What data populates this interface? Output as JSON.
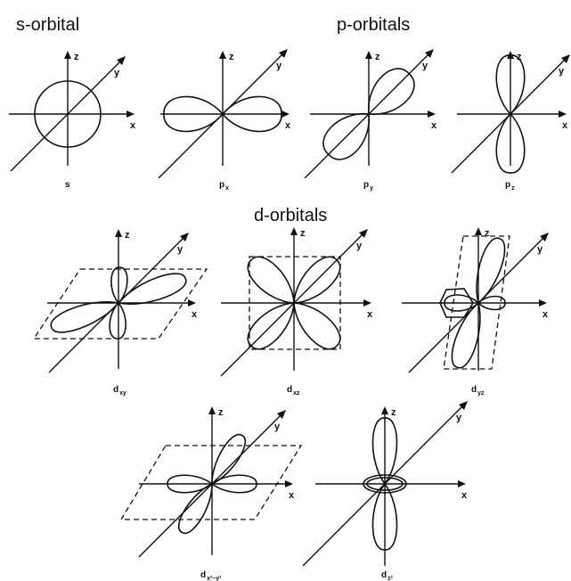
{
  "headings": {
    "s_orbital": "s-orbital",
    "p_orbitals": "p-orbitals",
    "d_orbitals": "d-orbitals"
  },
  "axis_letters": {
    "x": "x",
    "y": "y",
    "z": "z"
  },
  "panels": [
    {
      "id": "s",
      "caption": "s",
      "sub": ""
    },
    {
      "id": "px",
      "caption": "p",
      "sub": "x"
    },
    {
      "id": "py",
      "caption": "p",
      "sub": "y"
    },
    {
      "id": "pz",
      "caption": "p",
      "sub": "z"
    },
    {
      "id": "dxy",
      "caption": "d",
      "sub": "xy"
    },
    {
      "id": "dxz",
      "caption": "d",
      "sub": "xz"
    },
    {
      "id": "dyz",
      "caption": "d",
      "sub": "yz"
    },
    {
      "id": "dx2y2",
      "caption": "d",
      "sub": "x²–y²"
    },
    {
      "id": "dz2",
      "caption": "d",
      "sub": "z²"
    }
  ]
}
